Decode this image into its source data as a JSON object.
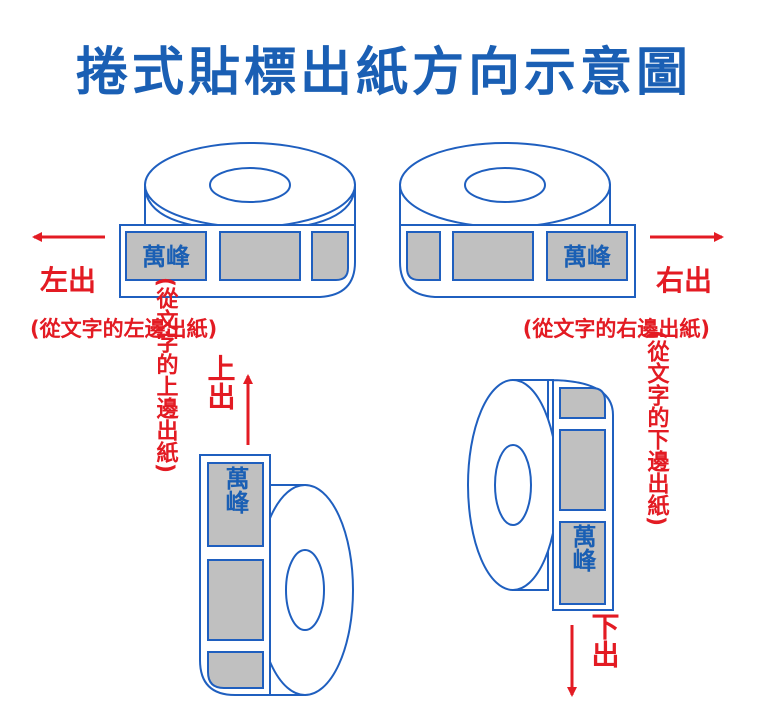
{
  "title": "捲式貼標出紙方向示意圖",
  "brand_label": "萬峰",
  "colors": {
    "title": "#1a5fb4",
    "outline": "#1f5fbf",
    "label_gray": "#c0c0c0",
    "arrow": "#e31b23"
  },
  "quadrants": {
    "left": {
      "direction": "左出",
      "caption": "(從文字的左邊出紙)"
    },
    "right": {
      "direction": "右出",
      "caption": "(從文字的右邊出紙)"
    },
    "top": {
      "direction": "上出",
      "caption": "(從文字的上邊出紙)"
    },
    "bottom": {
      "direction": "下出",
      "caption": "(從文字的下邊出紙)"
    }
  }
}
